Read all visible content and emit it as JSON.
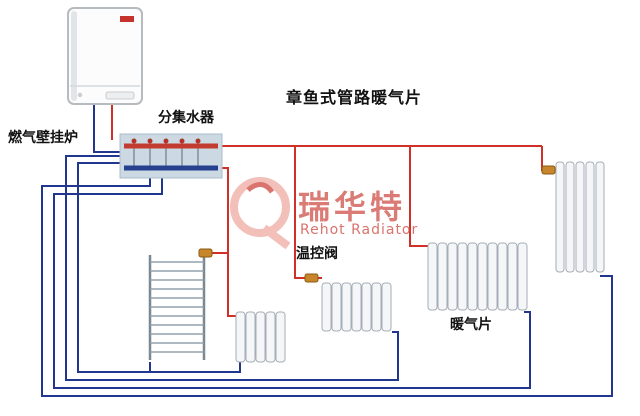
{
  "title": "章鱼式管路暖气片",
  "labels": {
    "boiler": "燃气壁挂炉",
    "manifold": "分集水器",
    "thermostatic_valve": "温控阀",
    "radiator": "暖气片"
  },
  "watermark": {
    "brand": "瑞华特",
    "subtitle": "Rehot Radiator"
  },
  "colors": {
    "supply_pipe": "#d03028",
    "return_pipe": "#20368f",
    "valve_brass": "#c8862a",
    "watermark_red": "#d65a52",
    "manifold_panel": "#cdd9e2"
  }
}
